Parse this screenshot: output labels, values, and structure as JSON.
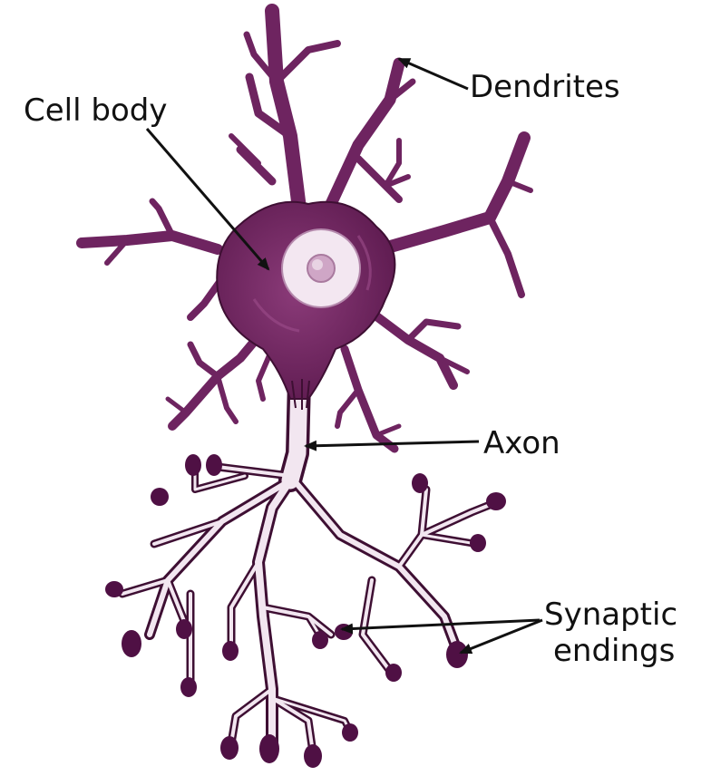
{
  "labels": {
    "cell_body": "Cell body",
    "dendrites": "Dendrites",
    "axon": "Axon",
    "synaptic_line1": "Synaptic",
    "synaptic_line2": "endings"
  },
  "colors": {
    "cell_fill": "#7a2a66",
    "cell_dark": "#5b1a4c",
    "cell_outline": "#3e0f33",
    "nucleus_outer": "#f3e7f1",
    "nucleus_ring": "#c99ec0",
    "nucleolus": "#cfa6c6",
    "axon_fill": "#f2e6f0",
    "axon_outline": "#3e0f33",
    "terminal": "#4f1044",
    "label_text": "#111111"
  }
}
